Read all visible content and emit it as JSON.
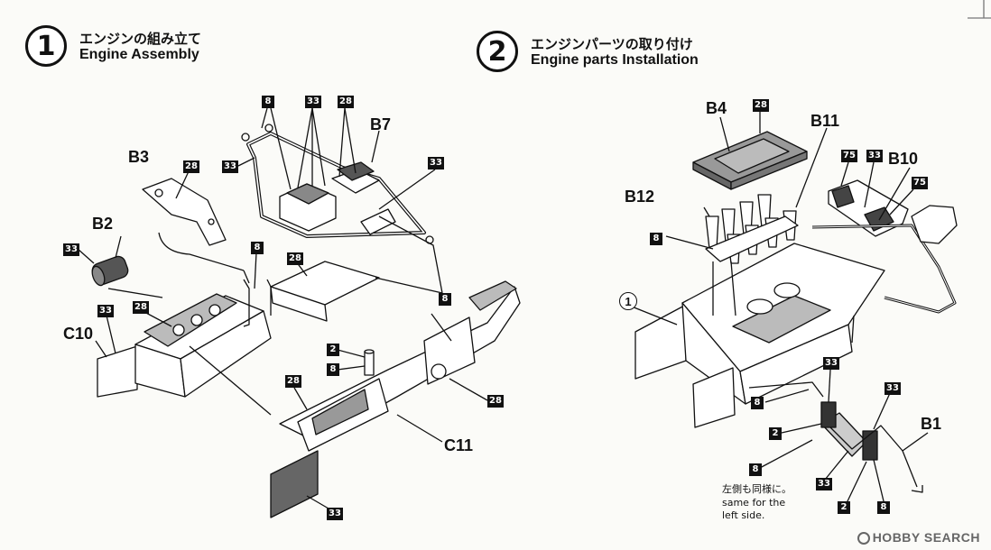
{
  "step1": {
    "number": "1",
    "title_jp": "エンジンの組み立て",
    "title_en": "Engine Assembly",
    "labels": {
      "b3": "B3",
      "b2": "B2",
      "b7": "B7",
      "c10": "C10",
      "c11": "C11"
    },
    "boxes": {
      "b_8_top": "8",
      "b_33_top": "33",
      "b_28_top": "28",
      "b_33_left": "33",
      "b_28_b3": "28",
      "b_33_right": "33",
      "b_33_b2": "33",
      "b_8_mid": "8",
      "b_28_mid": "28",
      "b_8_right": "8",
      "b_28_c10": "28",
      "b_33_c10": "33",
      "b_2": "2",
      "b_8_low": "8",
      "b_28_c11": "28",
      "b_28_right": "28",
      "b_33_bottom": "33"
    }
  },
  "step2": {
    "number": "2",
    "title_jp": "エンジンパーツの取り付け",
    "title_en": "Engine parts Installation",
    "labels": {
      "b4": "B4",
      "b11": "B11",
      "b10": "B10",
      "b12": "B12",
      "b1": "B1"
    },
    "ref_circle": "1",
    "boxes": {
      "b_28_b4": "28",
      "b_75_a": "75",
      "b_33_b10": "33",
      "b_75_b": "75",
      "b_8_b12": "8",
      "b_33_mid": "33",
      "b_8_lower": "8",
      "b_33_right": "33",
      "b_2_lower": "2",
      "b_8_note": "8",
      "b_33_bottom": "33",
      "b_2_bottom": "2",
      "b_8_bottom": "8"
    },
    "note_jp": "左側も同様に。",
    "note_en_1": "same for the",
    "note_en_2": "left side."
  },
  "watermark": "HOBBY SEARCH"
}
